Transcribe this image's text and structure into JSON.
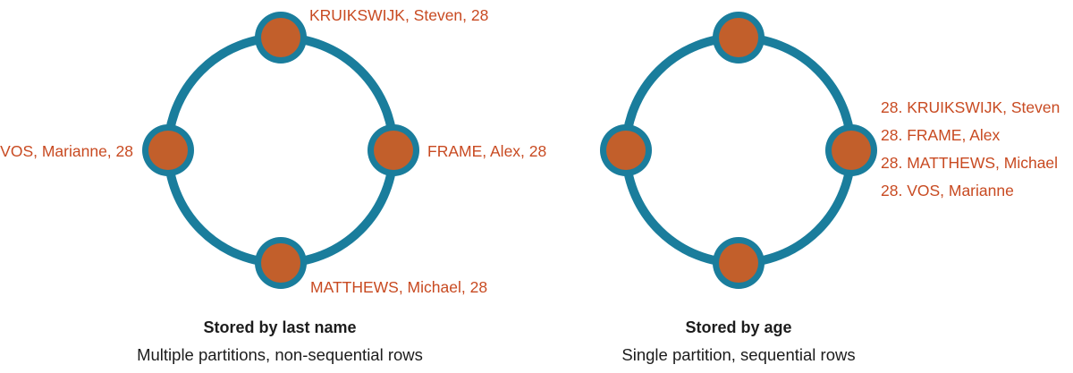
{
  "colors": {
    "ring_teal": "#1a7d9c",
    "node_orange": "#c25f2b",
    "label_text": "#c84a21",
    "caption_text": "#1c1c1c"
  },
  "left_diagram": {
    "labels": {
      "top": "KRUIKSWIJK, Steven, 28",
      "left": "VOS, Marianne, 28",
      "right": "FRAME, Alex, 28",
      "bottom": "MATTHEWS, Michael, 28"
    },
    "caption_title": "Stored by last name",
    "caption_subtitle": "Multiple partitions, non-sequential rows"
  },
  "right_diagram": {
    "labels": [
      "28. KRUIKSWIJK, Steven",
      "28. FRAME, Alex",
      "28. MATTHEWS, Michael",
      "28. VOS, Marianne"
    ],
    "caption_title": "Stored by age",
    "caption_subtitle": "Single partition, sequential rows"
  }
}
